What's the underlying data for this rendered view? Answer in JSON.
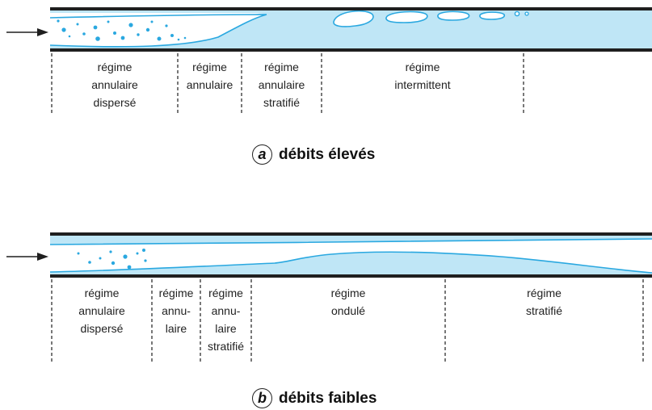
{
  "colors": {
    "liquid": "#bfe6f6",
    "interface": "#2aa8e0",
    "wall": "#1f1f1f"
  },
  "diagram_a": {
    "badge": "a",
    "caption": "débits élevés",
    "zones": [
      {
        "lines": [
          "régime",
          "annulaire",
          "dispersé"
        ]
      },
      {
        "lines": [
          "régime",
          "annulaire"
        ]
      },
      {
        "lines": [
          "régime",
          "annulaire",
          "stratifié"
        ]
      },
      {
        "lines": [
          "régime",
          "intermittent"
        ]
      }
    ]
  },
  "diagram_b": {
    "badge": "b",
    "caption": "débits faibles",
    "zones": [
      {
        "lines": [
          "régime",
          "annulaire",
          "dispersé"
        ]
      },
      {
        "lines": [
          "régime",
          "annu-",
          "laire"
        ]
      },
      {
        "lines": [
          "régime",
          "annu-",
          "laire",
          "stratifié"
        ]
      },
      {
        "lines": [
          "régime",
          "ondulé"
        ]
      },
      {
        "lines": [
          "régime",
          "stratifié"
        ]
      }
    ]
  }
}
